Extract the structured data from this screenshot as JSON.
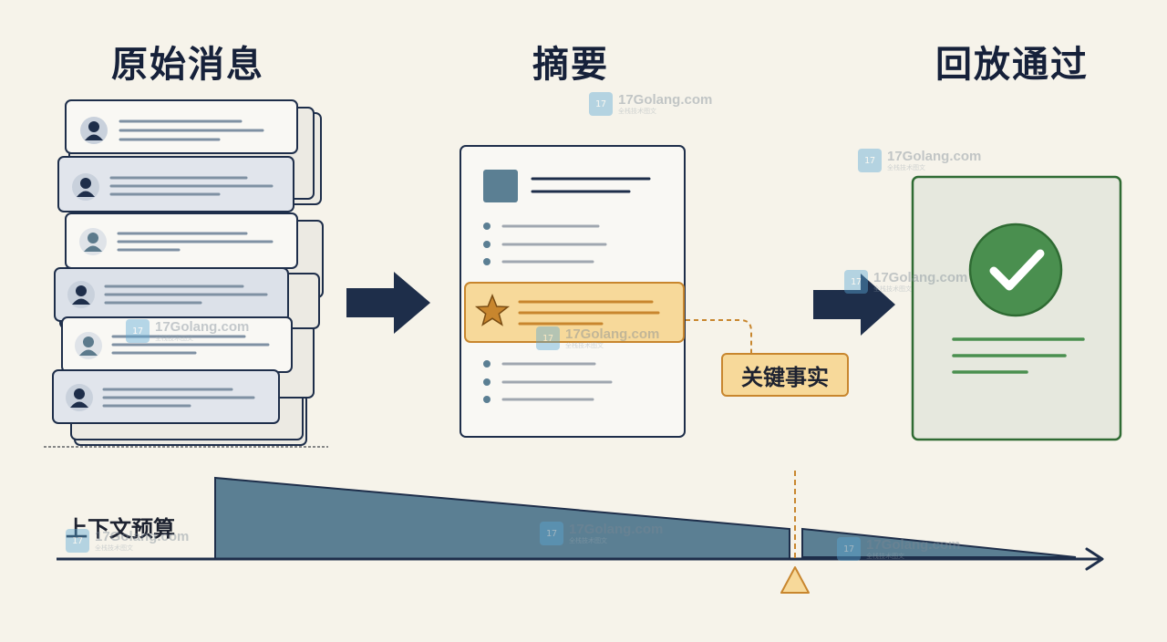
{
  "headings": {
    "original_messages": "原始消息",
    "summary": "摘要",
    "replay_pass": "回放通过"
  },
  "callout": {
    "key_facts": "关键事实"
  },
  "budget": {
    "label": "上下文预算"
  },
  "watermark": {
    "text": "17Golang.com",
    "subtext": "全栈技术图文",
    "logo_text": "17"
  },
  "colors": {
    "background": "#f6f3ea",
    "navy": "#1e2e4a",
    "card_border": "#1e2e4a",
    "highlight_fill": "#f7d99a",
    "highlight_border": "#c8862e",
    "budget_fill": "#5b7f93",
    "success_green": "#4a8f4f",
    "success_border": "#2f6b33",
    "alert_orange": "#c8862e"
  },
  "icons": {
    "avatar": "user-avatar-icon",
    "star": "star-icon",
    "check": "check-icon",
    "arrow": "right-arrow-icon",
    "warning": "warning-triangle-icon"
  }
}
